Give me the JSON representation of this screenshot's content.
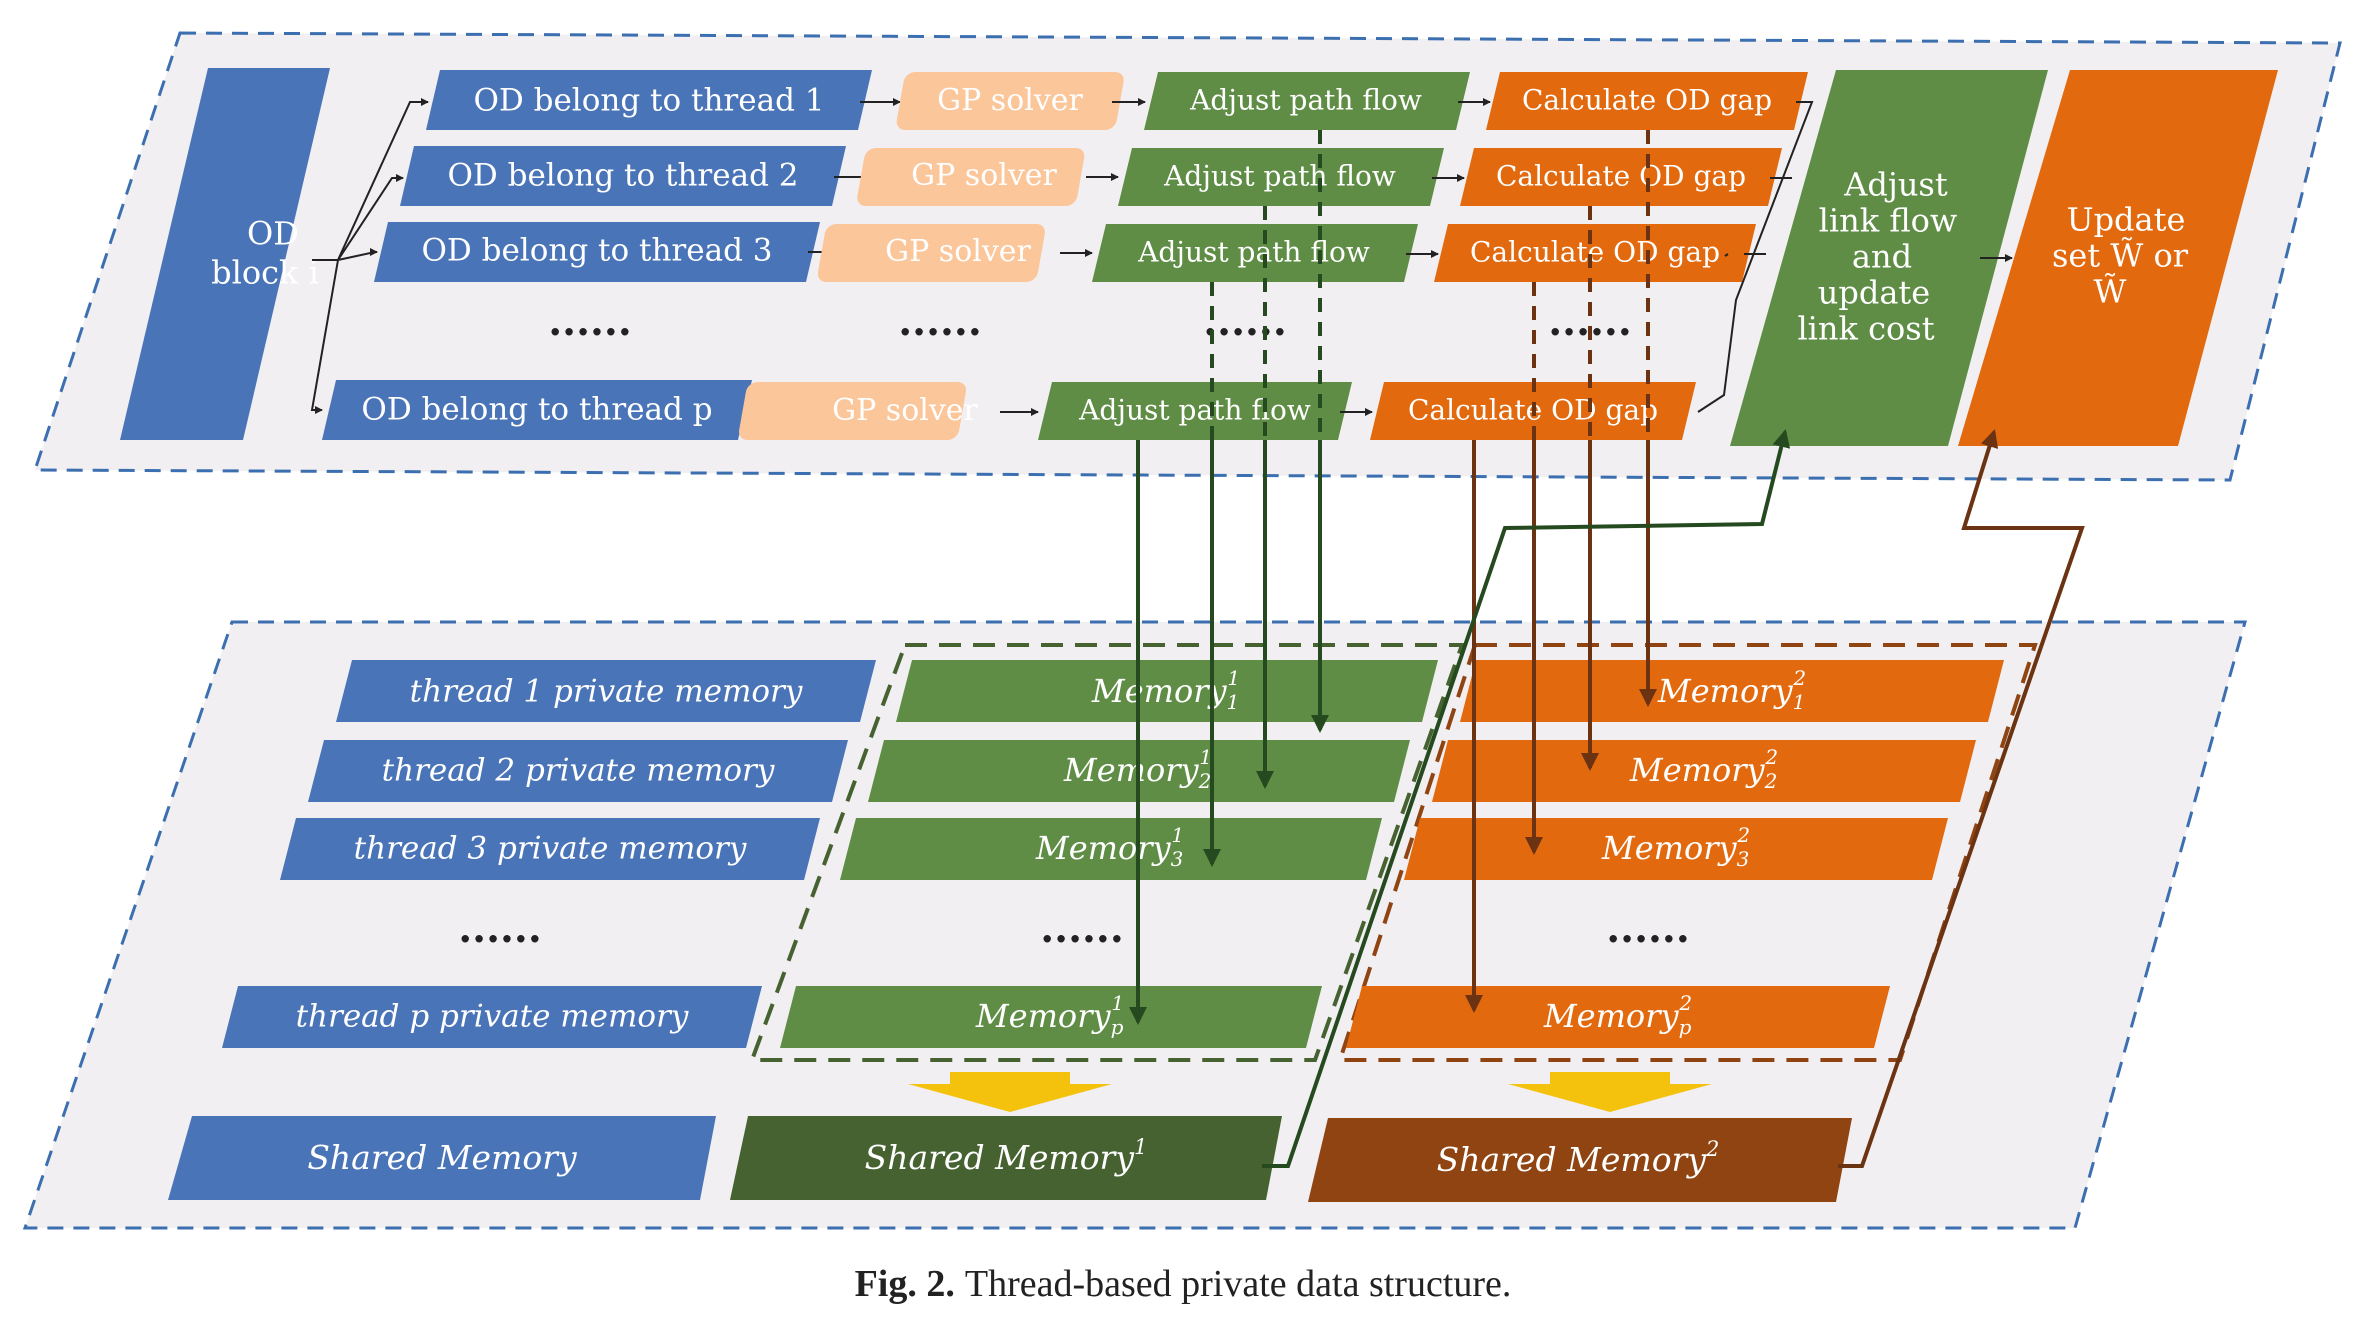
{
  "top_panel": {
    "od_block": {
      "line1": "OD",
      "line2": "block i"
    },
    "od_rows": [
      "OD belong to thread 1",
      "OD belong to thread 2",
      "OD belong to thread 3",
      "OD belong to thread p"
    ],
    "gp_solver": "GP solver",
    "adjust_path_flow": "Adjust path flow",
    "calculate_od_gap": "Calculate OD gap",
    "ellipsis": "......",
    "adjust_link": [
      "Adjust",
      "link flow",
      "and",
      "update",
      "link cost"
    ],
    "update_set": {
      "line1": "Update",
      "line2": "set W̃ or",
      "line3": "W̃"
    }
  },
  "bottom_panel": {
    "private_memory": [
      "thread 1 private memory",
      "thread 2 private memory",
      "thread 3 private memory",
      "thread p private memory"
    ],
    "ellipsis": "......",
    "memory_label": "Memory",
    "memory1_subs": [
      "1",
      "2",
      "3",
      "p"
    ],
    "memory1_sup": "1",
    "memory2_subs": [
      "1",
      "2",
      "3",
      "p"
    ],
    "memory2_sup": "2",
    "shared_memory": "Shared Memory",
    "shared_memory_1_base": "Shared Memory",
    "shared_memory_1_sup": "1",
    "shared_memory_2_base": "Shared Memory",
    "shared_memory_2_sup": "2"
  },
  "caption": {
    "prefix": "Fig. 2.",
    "text": "Thread-based private data structure."
  },
  "colors": {
    "blue": "#4a74b8",
    "peach": "#fbc69a",
    "green": "#5f8d45",
    "orange": "#e2690e",
    "dark_green": "#456230",
    "dark_orange": "#8f4412",
    "panel_border": "#3c6fb0",
    "arrow_green": "#264a1f",
    "arrow_brown": "#6b3312",
    "yellow": "#f4c20d"
  }
}
